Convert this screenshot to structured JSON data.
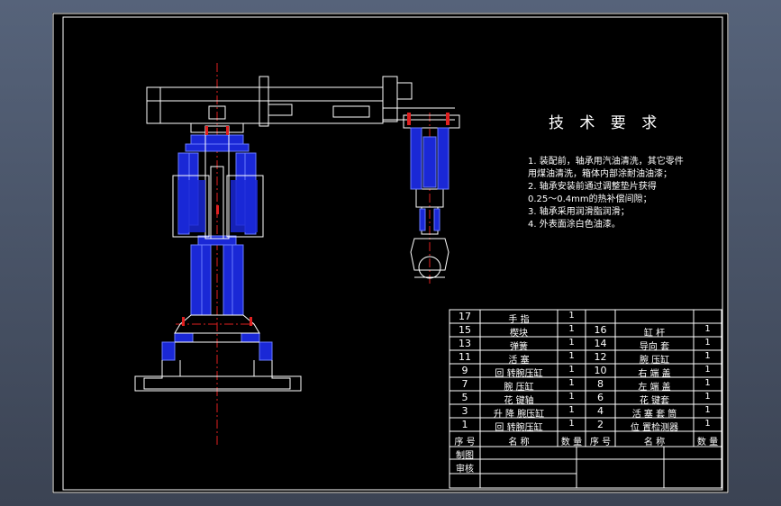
{
  "requirements": {
    "title": "技 术 要 求",
    "lines": [
      "1. 装配前，轴承用汽油清洗，其它零件",
      "   用煤油清洗，箱体内部涂耐油油漆；",
      "2. 轴承安装前通过调整垫片获得",
      "   0.25～0.4mm的热补偿间隙；",
      "3. 轴承采用润滑脂润滑；",
      "4. 外表面涂白色油漆。"
    ]
  },
  "bom": {
    "rows": [
      {
        "n1": "17",
        "name1": "手 指",
        "q1": "1",
        "n2": "",
        "name2": "",
        "q2": ""
      },
      {
        "n1": "15",
        "name1": "楔块",
        "q1": "1",
        "n2": "16",
        "name2": "缸 杆",
        "q2": "1"
      },
      {
        "n1": "13",
        "name1": "弹簧",
        "q1": "1",
        "n2": "14",
        "name2": "导向 套",
        "q2": "1"
      },
      {
        "n1": "11",
        "name1": "活 塞",
        "q1": "1",
        "n2": "12",
        "name2": "腕 压缸",
        "q2": "1"
      },
      {
        "n1": "9",
        "name1": "回 转腕压缸",
        "q1": "1",
        "n2": "10",
        "name2": "右 端 盖",
        "q2": "1"
      },
      {
        "n1": "7",
        "name1": "腕 压缸",
        "q1": "1",
        "n2": "8",
        "name2": "左 端 盖",
        "q2": "1"
      },
      {
        "n1": "5",
        "name1": "花 键轴",
        "q1": "1",
        "n2": "6",
        "name2": "花 键套",
        "q2": "1"
      },
      {
        "n1": "3",
        "name1": "升 降 腕压缸",
        "q1": "1",
        "n2": "4",
        "name2": "活 塞 套 筒",
        "q2": "1"
      },
      {
        "n1": "1",
        "name1": "回 转腕压缸",
        "q1": "1",
        "n2": "2",
        "name2": "位 置检测器",
        "q2": "1"
      }
    ],
    "header": {
      "no": "序 号",
      "name": "名 称",
      "qty": "数 量"
    },
    "sign": {
      "drawn": "制图",
      "checked": "审核"
    }
  }
}
